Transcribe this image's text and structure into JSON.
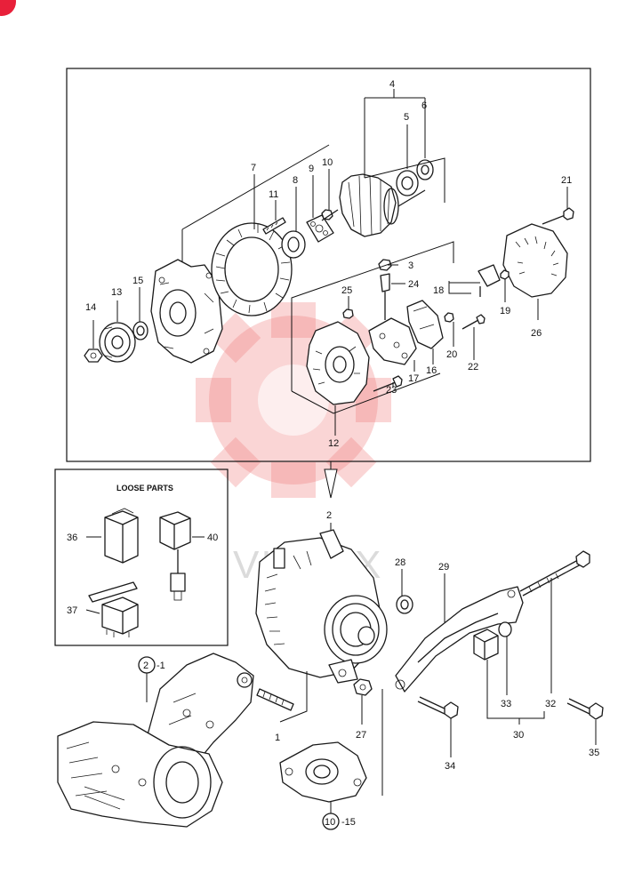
{
  "loose_parts": {
    "title": "LOOSE PARTS"
  },
  "watermark": {
    "text": "VIVFEX",
    "color": "#f07b7b"
  },
  "callouts": {
    "c1": "1",
    "c2": "2",
    "c3": "3",
    "c4": "4",
    "c5": "5",
    "c6": "6",
    "c7": "7",
    "c8": "8",
    "c9": "9",
    "c10": "10",
    "c11": "11",
    "c12": "12",
    "c13": "13",
    "c14": "14",
    "c15": "15",
    "c16": "16",
    "c17": "17",
    "c18": "18",
    "c19": "19",
    "c20": "20",
    "c21": "21",
    "c22": "22",
    "c23": "23",
    "c24": "24",
    "c25": "25",
    "c26": "26",
    "c27": "27",
    "c28": "28",
    "c29": "29",
    "c30": "30",
    "c32": "32",
    "c33": "33",
    "c34": "34",
    "c35": "35",
    "c36": "36",
    "c37": "37",
    "c40": "40"
  },
  "references": {
    "ref_a_circle": "2",
    "ref_a_suffix": "-1",
    "ref_b_circle": "10",
    "ref_b_suffix": "-15"
  }
}
